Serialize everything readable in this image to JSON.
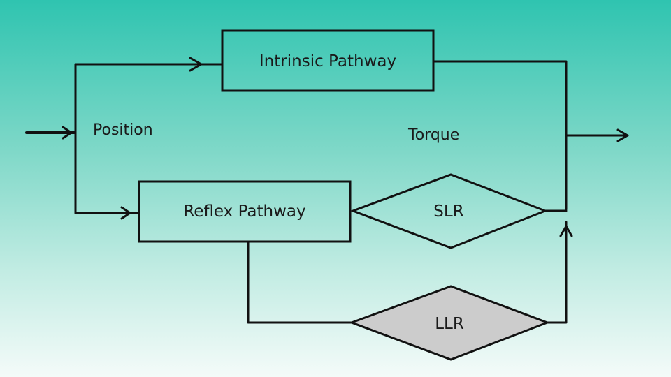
{
  "nodes": {
    "intrinsic": {
      "label": "Intrinsic Pathway"
    },
    "reflex": {
      "label": "Reflex Pathway"
    },
    "slr": {
      "label": "SLR"
    },
    "llr": {
      "label": "LLR",
      "fill": "#cccccc"
    }
  },
  "labels": {
    "input": "Position",
    "output": "Torque"
  },
  "colors": {
    "stroke": "#111111",
    "background_top": "#2fc4b0",
    "background_bottom": "#f4fbf9"
  }
}
